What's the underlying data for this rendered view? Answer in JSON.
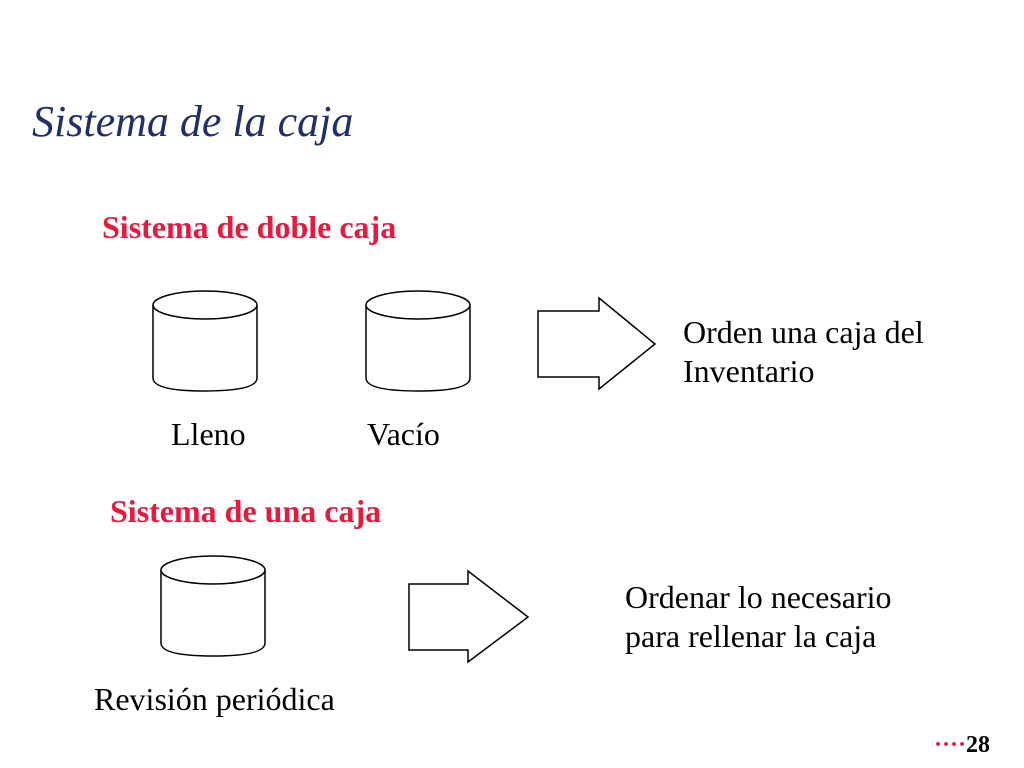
{
  "title": "Sistema de la caja",
  "double_bin": {
    "heading": "Sistema de doble caja",
    "bins": [
      {
        "label": "Lleno"
      },
      {
        "label": "Vacío"
      }
    ],
    "result_lines": [
      "Orden una caja del",
      "Inventario"
    ]
  },
  "single_bin": {
    "heading": "Sistema de una caja",
    "bin_label": "Revisión periódica",
    "result_lines": [
      "Ordenar lo necesario",
      "para rellenar la caja"
    ]
  },
  "footer": {
    "dots": "····",
    "page_number": "28"
  },
  "colors": {
    "title": "#1f2f6b",
    "heading": "#e8193c",
    "text": "#000000"
  }
}
